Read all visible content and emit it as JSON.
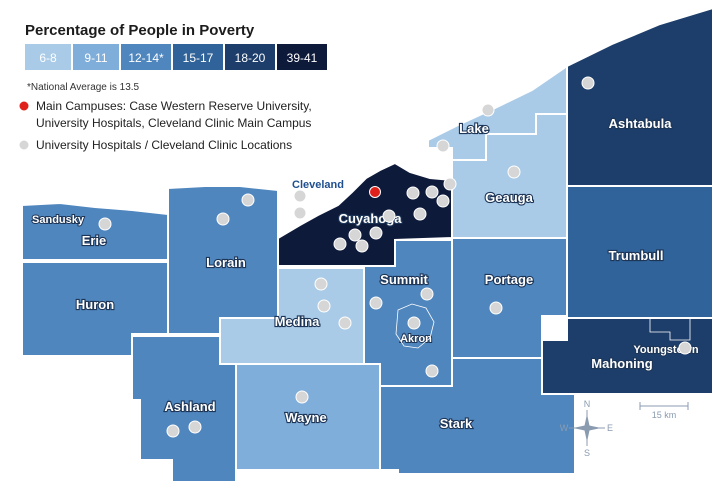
{
  "legend": {
    "title": "Percentage of People in Poverty",
    "bins": [
      {
        "label": "6-8",
        "color": "#a9cbe8"
      },
      {
        "label": "9-11",
        "color": "#7faedb"
      },
      {
        "label": "12-14*",
        "color": "#4f86be"
      },
      {
        "label": "15-17",
        "color": "#2f6399"
      },
      {
        "label": "18-20",
        "color": "#1d3e6b"
      },
      {
        "label": "39-41",
        "color": "#0e1a3a"
      }
    ],
    "note": "*National Average is 13.5",
    "main_campus_line1": "Main Campuses: Case Western Reserve University,",
    "main_campus_line2": "University Hospitals, Cleveland Clinic Main Campus",
    "locations": "University Hospitals / Cleveland Clinic Locations"
  },
  "counties": {
    "erie": "Erie",
    "huron": "Huron",
    "lorain": "Lorain",
    "medina": "Medina",
    "cuyahoga": "Cuyahoga",
    "summit": "Summit",
    "portage": "Portage",
    "lake": "Lake",
    "geauga": "Geauga",
    "ashtabula": "Ashtabula",
    "trumbull": "Trumbull",
    "mahoning": "Mahoning",
    "ashland": "Ashland",
    "wayne": "Wayne",
    "stark": "Stark"
  },
  "cities": {
    "sandusky": "Sandusky",
    "cleveland": "Cleveland",
    "akron": "Akron",
    "youngstown": "Youngstown"
  },
  "compass": {
    "n": "N",
    "s": "S",
    "e": "E",
    "w": "W"
  },
  "scale": "15 km"
}
